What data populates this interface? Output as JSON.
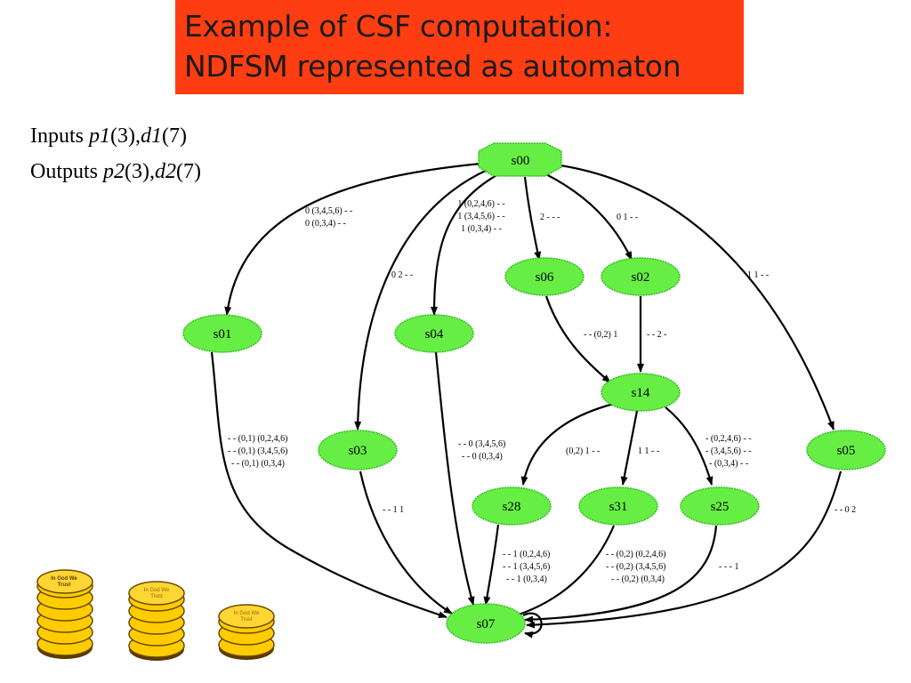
{
  "title": {
    "line1": "Example of CSF computation:",
    "line2": "NDFSM represented as automaton"
  },
  "io": {
    "inputs_prefix": "Inputs ",
    "inputs_var1": "p1",
    "inputs_var1_width": "(3),",
    "inputs_var2": "d1",
    "inputs_var2_width": "(7)",
    "outputs_prefix": "Outputs ",
    "outputs_var1": "p2",
    "outputs_var1_width": "(3),",
    "outputs_var2": "d2",
    "outputs_var2_width": "(7)"
  },
  "states": {
    "s00": "s00",
    "s01": "s01",
    "s02": "s02",
    "s03": "s03",
    "s04": "s04",
    "s05": "s05",
    "s06": "s06",
    "s07": "s07",
    "s14": "s14",
    "s25": "s25",
    "s28": "s28",
    "s31": "s31"
  },
  "edge_labels": {
    "s00_s01_a": "0 (3,4,5,6) - -",
    "s00_s01_b": "0 (0,3,4) - -",
    "s00_s03": "0 2 - -",
    "s00_s04_a": "1 (0,2,4,6) - -",
    "s00_s04_b": "1 (3,4,5,6) - -",
    "s00_s04_c": "1 (0,3,4) - -",
    "s00_s06": "2 - - -",
    "s00_s02": "0 1 - -",
    "s00_s05": "1 1 - -",
    "s06_s14": "- - (0,2) 1",
    "s02_s14": "- - 2 -",
    "s01_s07_a": "- - (0,1) (0,2,4,6)",
    "s01_s07_b": "- - (0,1) (3,4,5,6)",
    "s01_s07_c": "- - (0,1) (0,3,4)",
    "s04_s07_a": "- - 0 (3,4,5,6)",
    "s04_s07_b": "- - 0 (0,3,4)",
    "s14_s28": "(0,2) 1 - -",
    "s14_s31": "1 1 - -",
    "s14_s25_a": "- (0,2,4,6) - -",
    "s14_s25_b": "- (3,4,5,6) - -",
    "s14_s25_c": "- (0,3,4) - -",
    "s03_s07": "- - 1 1",
    "s05_s07": "- - 0 2",
    "s28_s07_a": "- - 1 (0,2,4,6)",
    "s28_s07_b": "- - 1 (3,4,5,6)",
    "s28_s07_c": "- - 1 (0,3,4)",
    "s31_s07_a": "- - (0,2) (0,2,4,6)",
    "s31_s07_b": "- - (0,2) (3,4,5,6)",
    "s31_s07_c": "- - (0,2) (0,3,4)",
    "s25_s07": "- - - 1"
  },
  "coins": {
    "stack1_text_a": "In God We",
    "stack1_text_b": "Trust",
    "stack2_text_a": "In God We",
    "stack2_text_b": "Trust",
    "stack3_text_a": "In God We",
    "stack3_text_b": "Trust"
  },
  "colors": {
    "title_bg": "#ff3d12",
    "node_fill": "#66ee44",
    "coin_fill": "#ffcc00"
  }
}
